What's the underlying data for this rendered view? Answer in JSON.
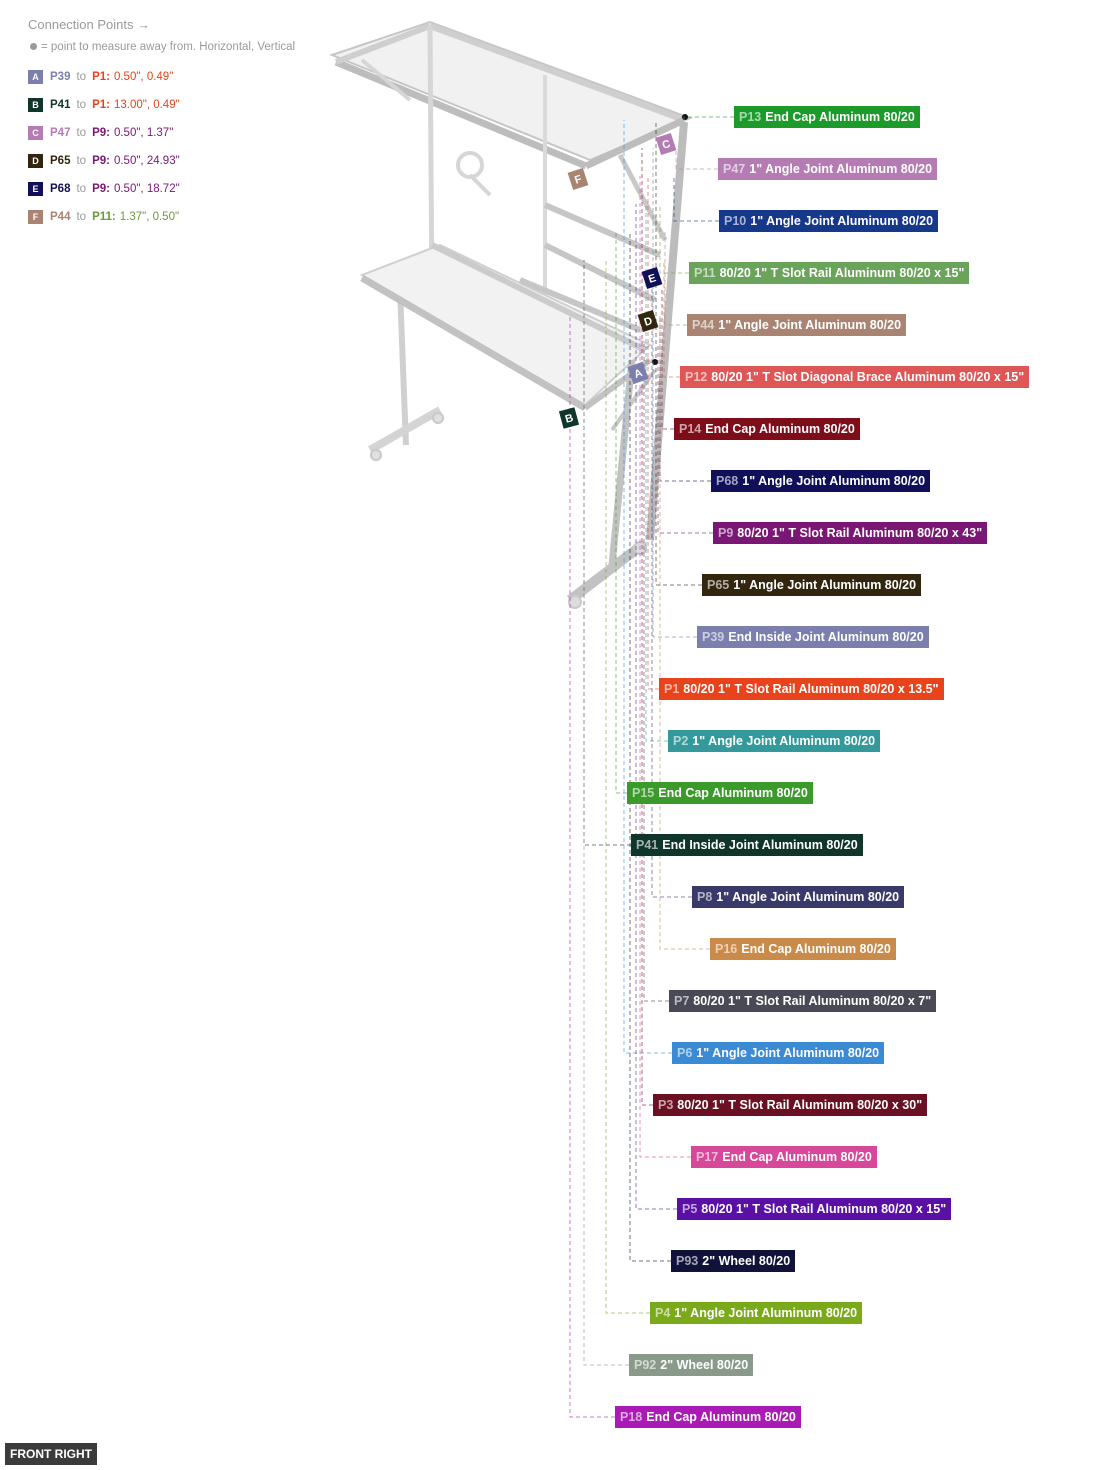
{
  "legend": {
    "title": "Connection Points →",
    "subtitle": "= point to measure away from. Horizontal, Vertical",
    "items": [
      {
        "letter": "A",
        "from": "P39",
        "to_word": "to",
        "target": "P1:",
        "value": "0.50\", 0.49\"",
        "badge_color": "#7a7fae",
        "from_color": "#7a7fae",
        "target_color": "#e8431a"
      },
      {
        "letter": "B",
        "from": "P41",
        "to_word": "to",
        "target": "P1:",
        "value": "13.00\", 0.49\"",
        "badge_color": "#10352a",
        "from_color": "#10352a",
        "target_color": "#e8431a"
      },
      {
        "letter": "C",
        "from": "P47",
        "to_word": "to",
        "target": "P9:",
        "value": "0.50\", 1.37\"",
        "badge_color": "#b57cb4",
        "from_color": "#b57cb4",
        "target_color": "#7a1674"
      },
      {
        "letter": "D",
        "from": "P65",
        "to_word": "to",
        "target": "P9:",
        "value": "0.50\", 24.93\"",
        "badge_color": "#33260f",
        "from_color": "#33260f",
        "target_color": "#7a1674"
      },
      {
        "letter": "E",
        "from": "P68",
        "to_word": "to",
        "target": "P9:",
        "value": "0.50\", 18.72\"",
        "badge_color": "#10105a",
        "from_color": "#10105a",
        "target_color": "#7a1674"
      },
      {
        "letter": "F",
        "from": "P44",
        "to_word": "to",
        "target": "P11:",
        "value": "1.37\", 0.50\"",
        "badge_color": "#a98472",
        "from_color": "#a98472",
        "target_color": "#6a9a3a"
      }
    ]
  },
  "parts": [
    {
      "id": "P13",
      "name": "End Cap Aluminum 80/20",
      "color": "#1c9a2a"
    },
    {
      "id": "P47",
      "name": "1\" Angle Joint Aluminum 80/20",
      "color": "#b57cb4"
    },
    {
      "id": "P10",
      "name": "1\" Angle Joint Aluminum 80/20",
      "color": "#16388a"
    },
    {
      "id": "P11",
      "name": "80/20 1\" T Slot Rail Aluminum 80/20 x 15\"",
      "color": "#6aa45a"
    },
    {
      "id": "P44",
      "name": "1\" Angle Joint Aluminum 80/20",
      "color": "#a98472"
    },
    {
      "id": "P12",
      "name": "80/20 1\" T Slot Diagonal Brace  Aluminum 80/20 x 15\"",
      "color": "#de5656"
    },
    {
      "id": "P14",
      "name": "End Cap Aluminum 80/20",
      "color": "#7d0d18"
    },
    {
      "id": "P68",
      "name": "1\" Angle Joint Aluminum 80/20",
      "color": "#10105a"
    },
    {
      "id": "P9",
      "name": "80/20 1\" T Slot Rail Aluminum 80/20 x 43\"",
      "color": "#7a1674"
    },
    {
      "id": "P65",
      "name": "1\" Angle Joint Aluminum 80/20",
      "color": "#33260f"
    },
    {
      "id": "P39",
      "name": "End Inside Joint  Aluminum 80/20",
      "color": "#7a7fae"
    },
    {
      "id": "P1",
      "name": "80/20 1\" T Slot Rail Aluminum 80/20 x 13.5\"",
      "color": "#e8431a"
    },
    {
      "id": "P2",
      "name": "1\" Angle Joint Aluminum 80/20",
      "color": "#33999a"
    },
    {
      "id": "P15",
      "name": "End Cap Aluminum 80/20",
      "color": "#3a9a2a"
    },
    {
      "id": "P41",
      "name": "End Inside Joint  Aluminum 80/20",
      "color": "#10352a"
    },
    {
      "id": "P8",
      "name": "1\" Angle Joint Aluminum 80/20",
      "color": "#3a3a6a"
    },
    {
      "id": "P16",
      "name": "End Cap Aluminum 80/20",
      "color": "#c98a4a"
    },
    {
      "id": "P7",
      "name": "80/20 1\" T Slot Rail Aluminum 80/20 x 7\"",
      "color": "#4a4a56"
    },
    {
      "id": "P6",
      "name": "1\" Angle Joint Aluminum 80/20",
      "color": "#3a8ad4"
    },
    {
      "id": "P3",
      "name": "80/20 1\" T Slot Rail Aluminum 80/20 x 30\"",
      "color": "#6a1022"
    },
    {
      "id": "P17",
      "name": "End Cap Aluminum 80/20",
      "color": "#d8489a"
    },
    {
      "id": "P5",
      "name": "80/20 1\" T Slot Rail Aluminum 80/20 x 15\"",
      "color": "#5a10a4"
    },
    {
      "id": "P93",
      "name": "2\" Wheel 80/20",
      "color": "#10123a"
    },
    {
      "id": "P4",
      "name": "1\" Angle Joint Aluminum 80/20",
      "color": "#7aaa1a"
    },
    {
      "id": "P92",
      "name": "2\" Wheel 80/20",
      "color": "#8a9a8a"
    },
    {
      "id": "P18",
      "name": "End Cap Aluminum 80/20",
      "color": "#aa1ab4"
    }
  ],
  "callouts": [
    {
      "letter": "A",
      "color": "#7a7fae"
    },
    {
      "letter": "B",
      "color": "#10352a"
    },
    {
      "letter": "C",
      "color": "#b57cb4"
    },
    {
      "letter": "D",
      "color": "#33260f"
    },
    {
      "letter": "E",
      "color": "#10105a"
    },
    {
      "letter": "F",
      "color": "#a98472"
    }
  ],
  "view_label": "FRONT RIGHT"
}
